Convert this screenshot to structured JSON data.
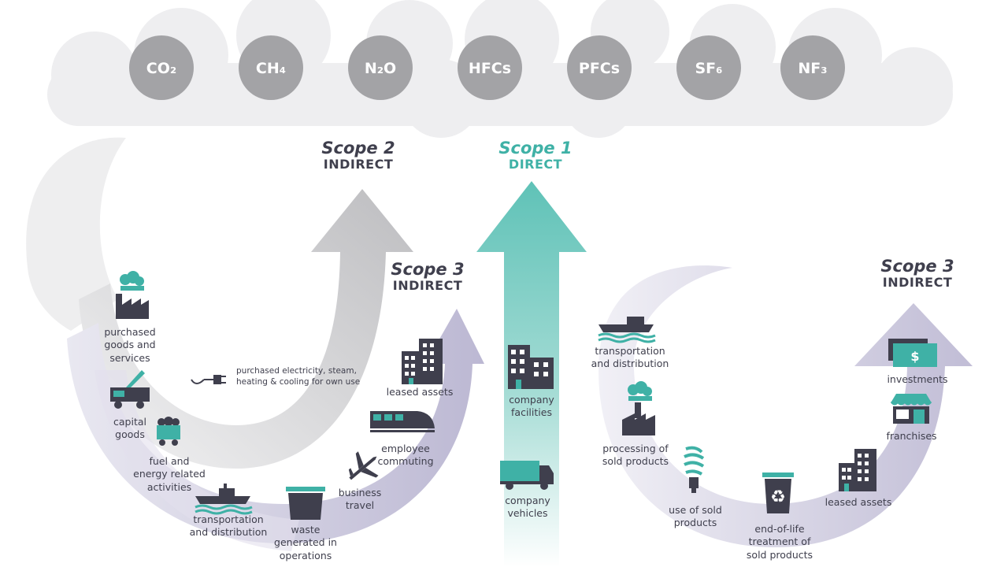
{
  "gases": [
    "CO₂",
    "CH₄",
    "N₂O",
    "HFCs",
    "PFCs",
    "SF₆",
    "NF₃"
  ],
  "scope2": {
    "name": "Scope 2",
    "kind": "INDIRECT"
  },
  "scope1": {
    "name": "Scope 1",
    "kind": "DIRECT"
  },
  "scope3_upstream": {
    "name": "Scope 3",
    "kind": "INDIRECT"
  },
  "scope3_downstream": {
    "name": "Scope 3",
    "kind": "INDIRECT"
  },
  "upstream": {
    "purchased_goods": "purchased\ngoods and\nservices",
    "capital_goods": "capital\ngoods",
    "fuel_energy": "fuel and\nenergy related\nactivities",
    "transportation": "transportation\nand distribution",
    "waste": "waste\ngenerated in\noperations",
    "business_travel": "business\ntravel",
    "employee_commuting": "employee\ncommuting",
    "leased_assets": "leased assets"
  },
  "electricity": "purchased electricity, steam,\nheating & cooling for own use",
  "direct": {
    "company_facilities": "company\nfacilities",
    "company_vehicles": "company\nvehicles"
  },
  "downstream": {
    "transportation": "transportation\nand distribution",
    "processing": "processing of\nsold products",
    "use_of_sold": "use of sold\nproducts",
    "end_of_life": "end-of-life\ntreatment of\nsold products",
    "leased_assets": "leased assets",
    "franchises": "franchises",
    "investments": "investments"
  },
  "colors": {
    "teal": "#3fb1a6",
    "dark": "#3f3f4d",
    "gas_circle": "#a3a3a6",
    "cloud": "#eeeef0",
    "scope2_arrow": "#c8c8ca",
    "scope3_band": "#cfcde0"
  },
  "icons": [
    "factory-icon",
    "truck-crane-icon",
    "coal-cart-icon",
    "ship-icon",
    "dumpster-icon",
    "airplane-icon",
    "train-icon",
    "building-icon",
    "plug-icon",
    "lightbulb-icon",
    "recycle-bin-icon",
    "shop-icon",
    "money-icon",
    "delivery-truck-icon"
  ]
}
